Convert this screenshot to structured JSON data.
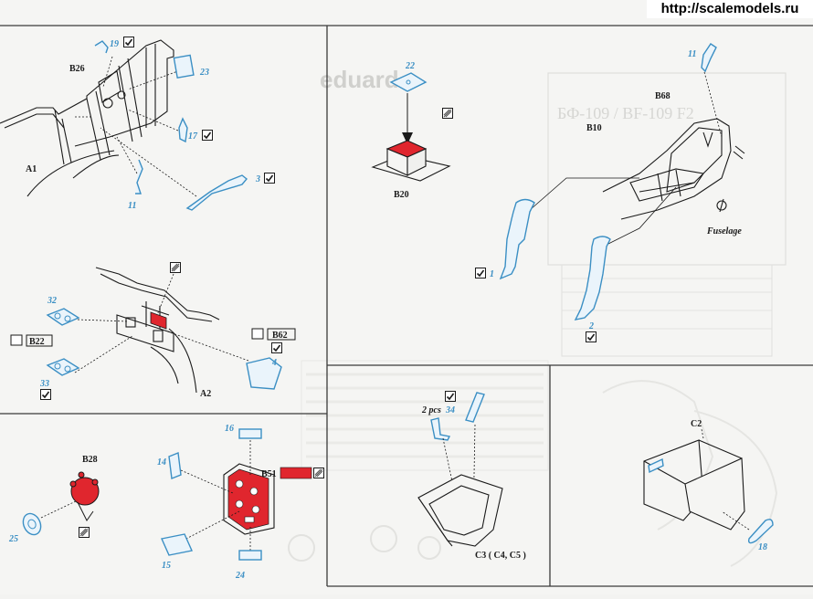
{
  "watermark": {
    "url": "http://scalemodels.ru"
  },
  "brand": {
    "name": "eduard"
  },
  "background_text": {
    "title": "БФ-109 / BF-109 F2"
  },
  "labels": {
    "p19": "19",
    "p23": "23",
    "p17": "17",
    "p3": "3",
    "p11a": "11",
    "b26": "B26",
    "a1": "A1",
    "p22": "22",
    "b20": "B20",
    "p11b": "11",
    "b68": "B68",
    "b10": "B10",
    "fuselage": "Fuselage",
    "p1": "1",
    "p2": "2",
    "p32": "32",
    "b22": "B22",
    "p33": "33",
    "b62": "B62",
    "p4": "4",
    "a2": "A2",
    "b28": "B28",
    "p25": "25",
    "p16": "16",
    "p14": "14",
    "b51": "B51",
    "p15": "15",
    "p24": "24",
    "qty_prefix": "2 pcs",
    "p34": "34",
    "c3": "C3 ( C4, C5 )",
    "c2": "C2",
    "p18": "18"
  },
  "colors": {
    "part_blue": "#3b8fc4",
    "paint_red": "#e0262e",
    "line_black": "#1a1a1a",
    "background_gray": "#c9c9c6"
  },
  "icons": [
    "checkmark-icon",
    "paint-icon",
    "remove-icon"
  ]
}
